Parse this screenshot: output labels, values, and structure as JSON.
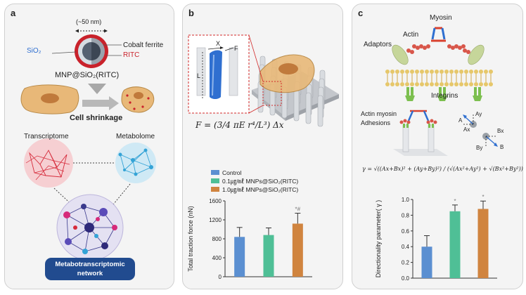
{
  "panel_a": {
    "label": "a",
    "size_label": "(~50 nm)",
    "sio2_label": "SiO₂",
    "cobalt_label": "Cobalt ferrite",
    "ritc_label": "RITC",
    "mnp_label": "MNP@SiO₂(RITC)",
    "shrink_label": "Cell shrinkage",
    "transcriptome_label": "Transcriptome",
    "metabolome_label": "Metabolome",
    "network_label_line1": "Metabotranscriptomic",
    "network_label_line2": "network"
  },
  "panel_b": {
    "label": "b",
    "x_label": "X",
    "f_label": "F",
    "l_label": "L",
    "formula": "F = (3/4 πE r⁴/L³) Δx"
  },
  "panel_c": {
    "label": "c",
    "myosin_label": "Myosin",
    "actin_label": "Actin",
    "adaptors_label": "Adaptors",
    "integrins_label": "Integrins",
    "actin_myosin_label": "Actin myosin",
    "adhesions_label": "Adhesions",
    "vec_a": "A",
    "vec_ay": "Ay",
    "vec_ax": "Ax",
    "vec_bx": "Bx",
    "vec_by": "By",
    "vec_b": "B",
    "gamma_formula": "γ = √((Ax+Bx)² + (Ay+By)²) / (√(Ax²+Ay²) + √(Bx²+By²))"
  },
  "colors": {
    "control": "#5b8fd1",
    "low": "#4fbf96",
    "high": "#d0843f"
  },
  "chart_data": [
    {
      "type": "bar",
      "title": "",
      "legend": [
        "Control",
        "0.1㎍/㎖ MNPs@SiO₂(RITC)",
        "1.0㎍/㎖ MNPs@SiO₂(RITC)"
      ],
      "categories": [
        "Control",
        "0.1㎍/㎖ MNPs@SiO₂(RITC)",
        "1.0㎍/㎖ MNPs@SiO₂(RITC)"
      ],
      "values": [
        840,
        880,
        1120
      ],
      "errors": [
        200,
        150,
        220
      ],
      "annotations": [
        "",
        "",
        "*#"
      ],
      "ylabel": "Total traction force (nN)",
      "xlabel": "",
      "ylim": [
        0,
        1600
      ],
      "yticks": [
        "0",
        "400",
        "800",
        "1200",
        "1600"
      ],
      "grid": false,
      "legend_position": "top"
    },
    {
      "type": "bar",
      "title": "",
      "categories": [
        "Control",
        "0.1㎍/㎖ MNPs@SiO₂(RITC)",
        "1.0㎍/㎖ MNPs@SiO₂(RITC)"
      ],
      "values": [
        0.4,
        0.85,
        0.88
      ],
      "errors": [
        0.14,
        0.08,
        0.1
      ],
      "annotations": [
        "",
        "*",
        "*"
      ],
      "ylabel": "Directionality parameter( γ )",
      "xlabel": "",
      "ylim": [
        0,
        1.0
      ],
      "yticks": [
        "0.0",
        "0.2",
        "0.4",
        "0.6",
        "0.8",
        "1.0"
      ],
      "grid": false
    }
  ]
}
